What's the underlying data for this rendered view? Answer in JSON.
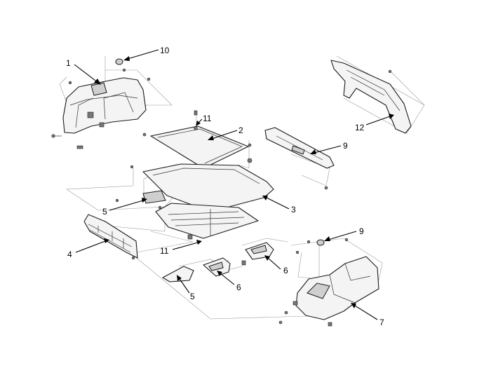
{
  "callouts": [
    {
      "id": "c1",
      "label": "1"
    },
    {
      "id": "c10",
      "label": "10"
    },
    {
      "id": "c11a",
      "label": "11"
    },
    {
      "id": "c2",
      "label": "2"
    },
    {
      "id": "c9a",
      "label": "9"
    },
    {
      "id": "c12",
      "label": "12"
    },
    {
      "id": "c5a",
      "label": "5"
    },
    {
      "id": "c3",
      "label": "3"
    },
    {
      "id": "c4",
      "label": "4"
    },
    {
      "id": "c11b",
      "label": "11"
    },
    {
      "id": "c6a",
      "label": "6"
    },
    {
      "id": "c6b",
      "label": "6"
    },
    {
      "id": "c5b",
      "label": "5"
    },
    {
      "id": "c9b",
      "label": "9"
    },
    {
      "id": "c7",
      "label": "7"
    }
  ]
}
